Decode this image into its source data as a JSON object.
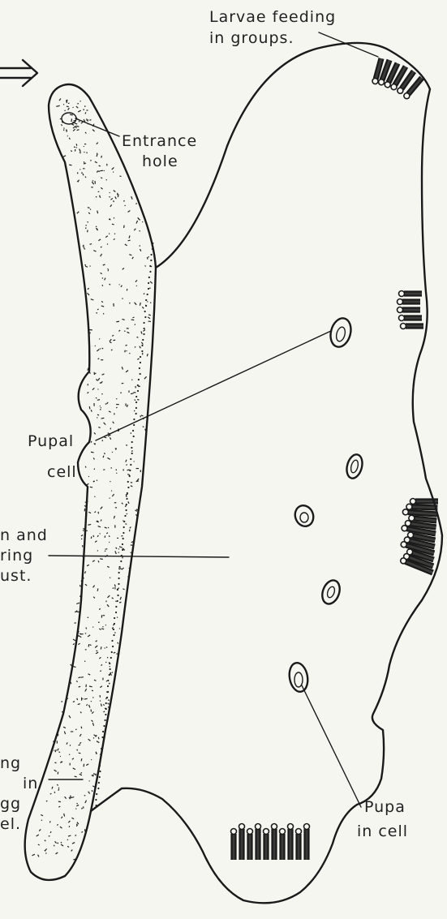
{
  "labels": {
    "larvae_line1": "Larvae feeding",
    "larvae_line2": "in groups.",
    "entrance_line1": "Entrance",
    "entrance_line2": "hole",
    "pupal_line1": "Pupal",
    "pupal_line2": "cell",
    "frass_line1": "n and",
    "frass_line2": "ring",
    "frass_line3": "ust.",
    "egg_line1": "ng",
    "egg_line2": "in",
    "egg_line3": "gg",
    "egg_line4": "el.",
    "pupa_line1": "Pupa",
    "pupa_line2": "in cell"
  },
  "colors": {
    "ink": "#1a1a1a",
    "paper": "#f6f6f1"
  }
}
